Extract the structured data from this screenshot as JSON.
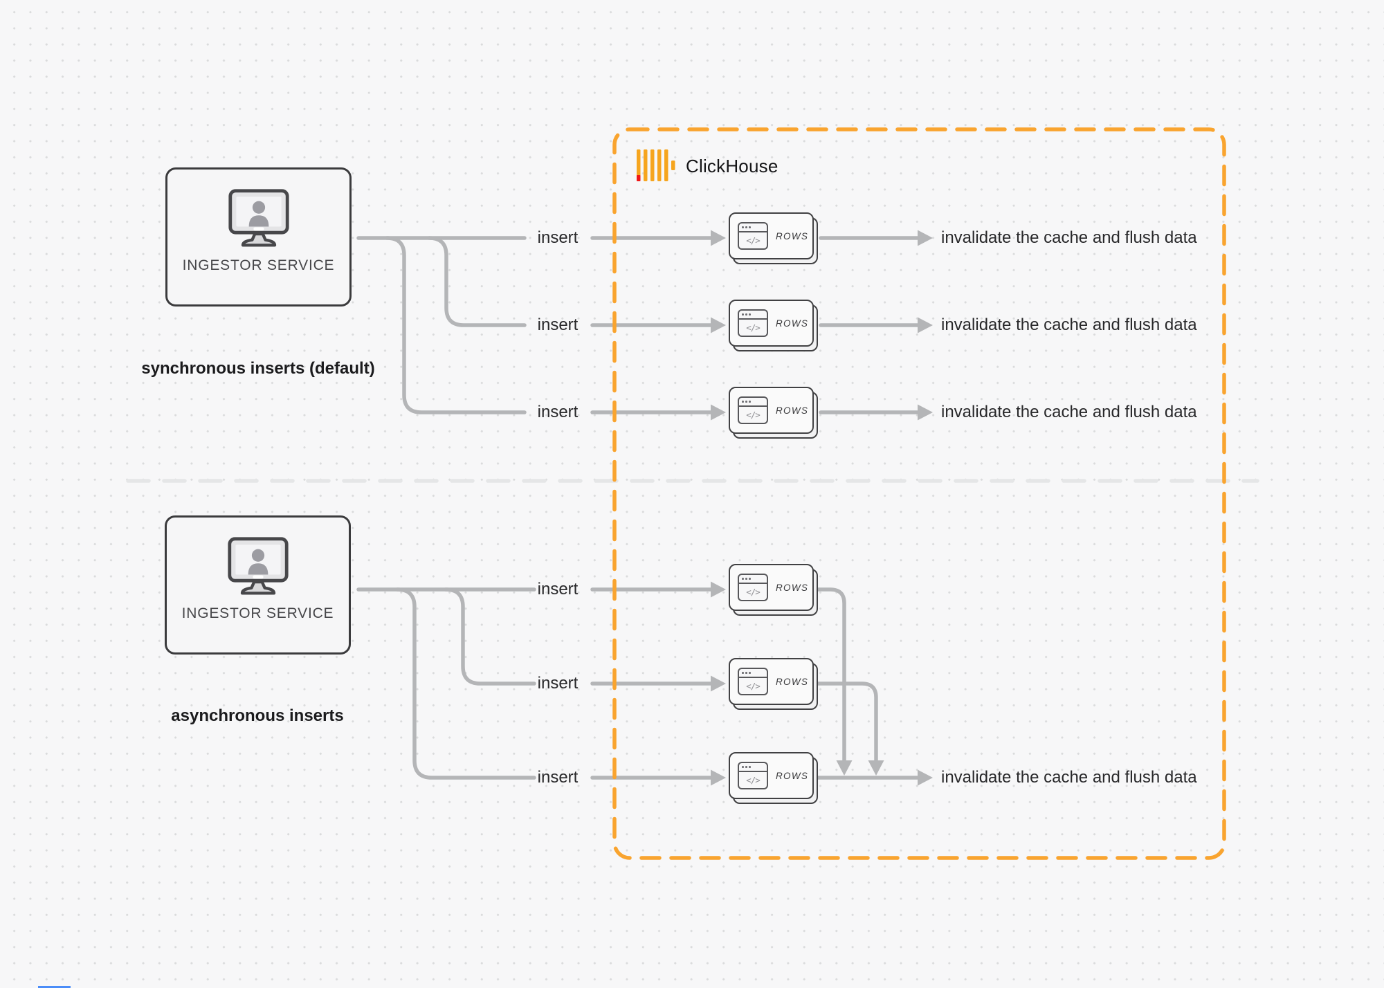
{
  "clickhouse": {
    "label": "ClickHouse"
  },
  "sections": {
    "sync": {
      "caption": "synchronous inserts (default)",
      "service_label": "INGESTOR SERVICE",
      "rows": [
        {
          "insert_label": "insert",
          "card_label": "ROWS",
          "code_glyph": "</>",
          "result_label": "invalidate the cache and flush data"
        },
        {
          "insert_label": "insert",
          "card_label": "ROWS",
          "code_glyph": "</>",
          "result_label": "invalidate the cache and flush data"
        },
        {
          "insert_label": "insert",
          "card_label": "ROWS",
          "code_glyph": "</>",
          "result_label": "invalidate the cache and flush data"
        }
      ]
    },
    "async": {
      "caption": "asynchronous inserts",
      "service_label": "INGESTOR SERVICE",
      "rows": [
        {
          "insert_label": "insert",
          "card_label": "ROWS",
          "code_glyph": "</>"
        },
        {
          "insert_label": "insert",
          "card_label": "ROWS",
          "code_glyph": "</>"
        },
        {
          "insert_label": "insert",
          "card_label": "ROWS",
          "code_glyph": "</>"
        }
      ],
      "result_label": "invalidate the cache and flush data"
    }
  },
  "colors": {
    "accent_orange": "#F9A42F",
    "logo_bar_orange": "#F6A51E",
    "logo_red": "#F01616",
    "connector_gray": "#B4B5B7",
    "divider_gray": "#E5E6E7",
    "background": "#F7F7F8",
    "dot_gray": "#DADBDC",
    "bottom_artifact_blue": "#4B8DF8"
  },
  "icons": {
    "monitor": "monitor-user-icon",
    "code_window": "code-window-icon",
    "logo_mark": "clickhouse-logo-icon"
  }
}
